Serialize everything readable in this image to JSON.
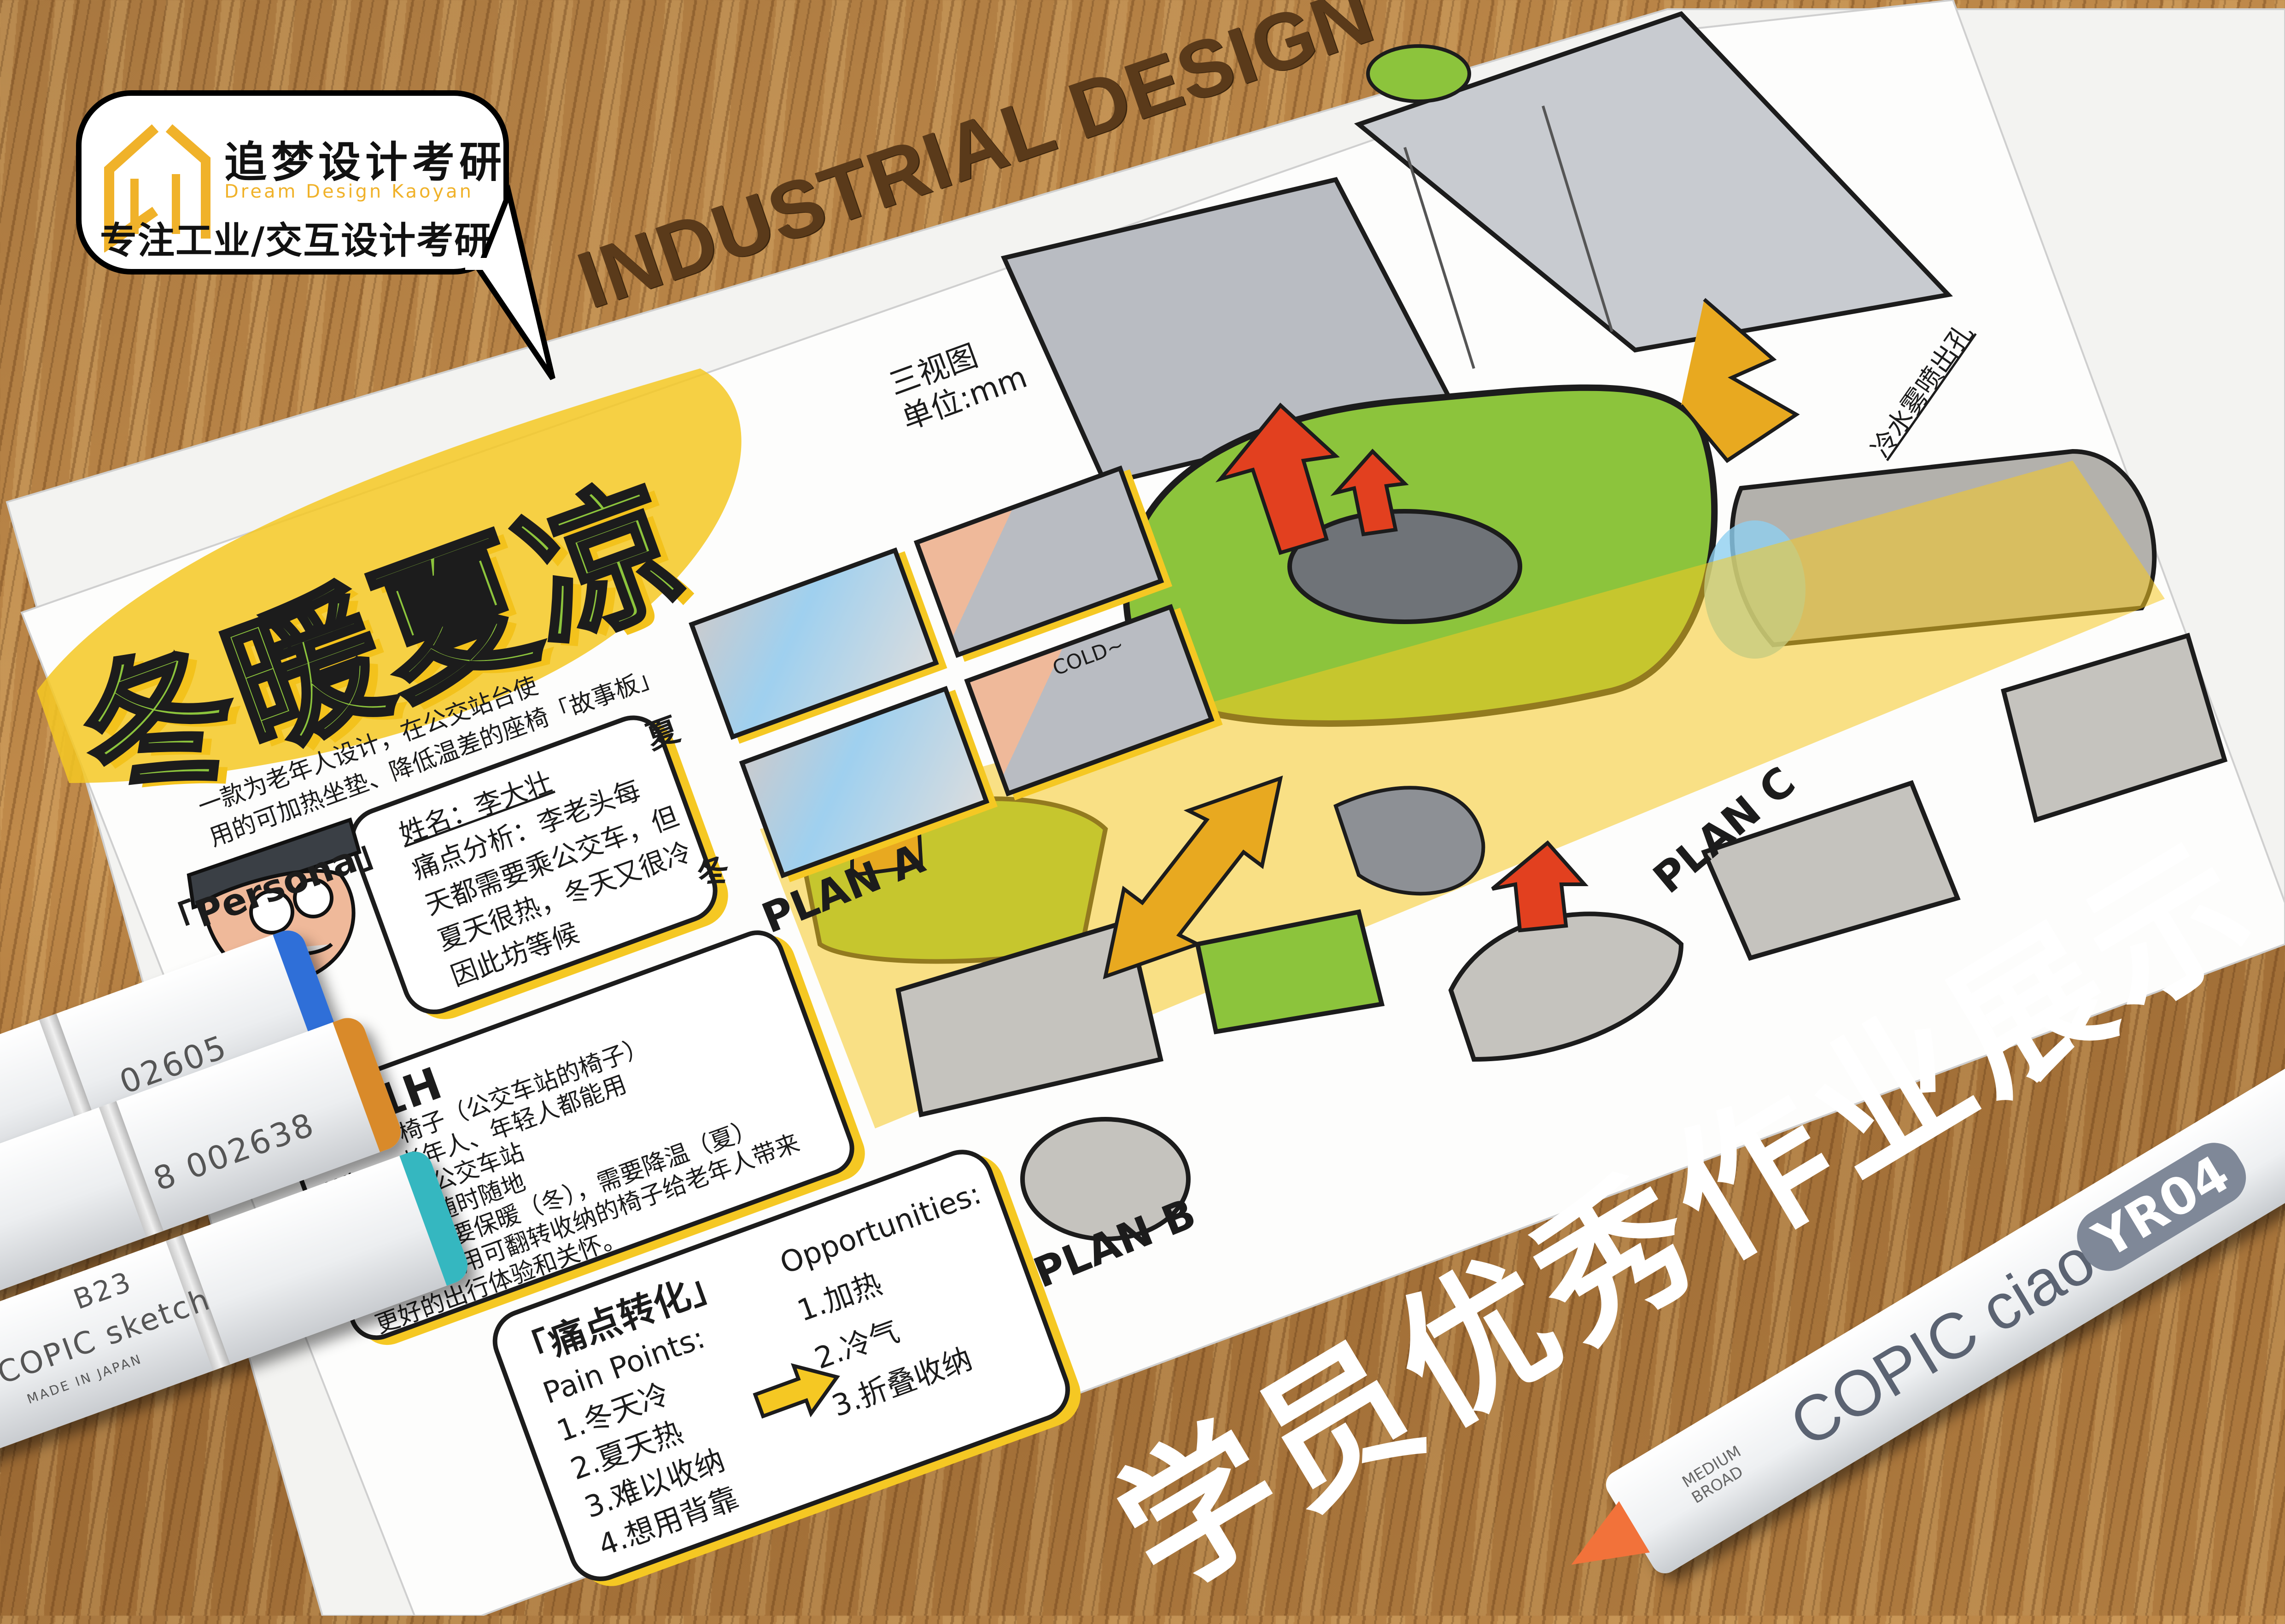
{
  "logo": {
    "name_cn": "追梦设计考研",
    "name_en": "Dream Design Kaoyan",
    "tagline": "专注工业/交互设计考研",
    "accent_color": "#f0b22a"
  },
  "headline": "INDUSTRIAL DESIGN",
  "banner": "学员优秀作业展示",
  "sketch": {
    "title": "冬暖夏凉",
    "intro": [
      "一款为老年人设计，在公交站台使",
      "用的可加热坐垫、降低温差的座椅「故事板」"
    ],
    "persona": {
      "label": "「Persona」",
      "name": "姓名：李大壮",
      "analysis": [
        "痛点分析：李老头每",
        "天都需要乘公交车，但",
        "夏天很热，冬天又很冷",
        "因此坊等候"
      ]
    },
    "w1h": {
      "label": "5W1H",
      "lines": [
        "What：椅子（公交车站的椅子）",
        "Who：老年人、年轻人都能用",
        "Where：公交车站",
        "When：随时随地",
        "Why：需要保暖（冬），需要降温（夏）",
        "How：利用可翻转收纳的椅子给老年人带来",
        "更好的出行体验和关怀。"
      ]
    },
    "pain": {
      "label": "「痛点转化」",
      "pain_title": "Pain Points:",
      "pain_items": [
        "1.冬天冷",
        "2.夏天热",
        "3.难以收纳",
        "4.想用背靠"
      ],
      "opp_title": "Opportunities:",
      "opp_items": [
        "1.加热",
        "2.冷气",
        "3.折叠收纳"
      ]
    },
    "storyboard": {
      "summer": "夏",
      "winter": "冬",
      "cold": "COLD~"
    },
    "views_note": [
      "三视图",
      "单位:mm"
    ],
    "mist_note": "冷水雾喷出孔",
    "plans": [
      "PLAN A",
      "PLAN B",
      "PLAN C"
    ],
    "colors": {
      "green": "#8cc43c",
      "yellow": "#f5c823",
      "red": "#e2401f",
      "gray": "#b9bbbe",
      "blue": "#8fd0f0"
    }
  },
  "pens": [
    {
      "cap_color": "#2f6fd8",
      "code": "02605"
    },
    {
      "cap_color": "#d98a2a",
      "code": "8 002638"
    },
    {
      "cap_color": "#35b7c0",
      "code": "B23",
      "brand": "COPIC sketch",
      "made": "MADE IN JAPAN"
    }
  ],
  "ciao_pen": {
    "brand": "COPIC ciao",
    "color_code": "YR04",
    "nib": "MEDIUM BROAD",
    "nib_color": "#f2723a"
  }
}
